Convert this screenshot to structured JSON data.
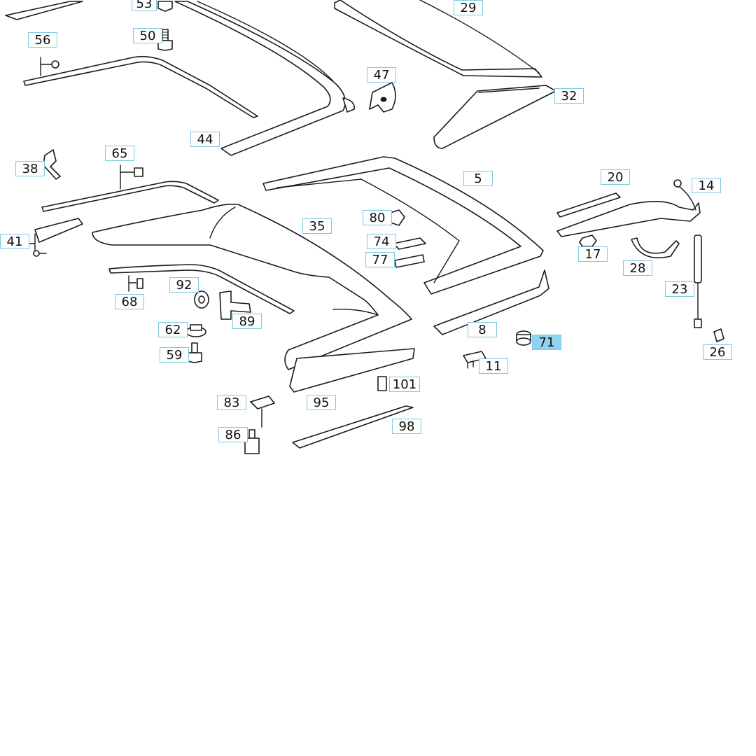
{
  "diagram": {
    "highlight_color": "#8fd4f3",
    "callout_border_color": "#7ec8e3",
    "callouts": [
      {
        "id": "53",
        "label": "53"
      },
      {
        "id": "29",
        "label": "29"
      },
      {
        "id": "56",
        "label": "56"
      },
      {
        "id": "50",
        "label": "50"
      },
      {
        "id": "47",
        "label": "47"
      },
      {
        "id": "32",
        "label": "32"
      },
      {
        "id": "44",
        "label": "44"
      },
      {
        "id": "38",
        "label": "38"
      },
      {
        "id": "65",
        "label": "65"
      },
      {
        "id": "5",
        "label": "5"
      },
      {
        "id": "20",
        "label": "20"
      },
      {
        "id": "14",
        "label": "14"
      },
      {
        "id": "80",
        "label": "80"
      },
      {
        "id": "35",
        "label": "35"
      },
      {
        "id": "41",
        "label": "41"
      },
      {
        "id": "74",
        "label": "74"
      },
      {
        "id": "17",
        "label": "17"
      },
      {
        "id": "77",
        "label": "77"
      },
      {
        "id": "28",
        "label": "28"
      },
      {
        "id": "92",
        "label": "92"
      },
      {
        "id": "68",
        "label": "68"
      },
      {
        "id": "23",
        "label": "23"
      },
      {
        "id": "89",
        "label": "89"
      },
      {
        "id": "62",
        "label": "62"
      },
      {
        "id": "8",
        "label": "8"
      },
      {
        "id": "71",
        "label": "71",
        "selected": true
      },
      {
        "id": "59",
        "label": "59"
      },
      {
        "id": "26",
        "label": "26"
      },
      {
        "id": "11",
        "label": "11"
      },
      {
        "id": "101",
        "label": "101"
      },
      {
        "id": "83",
        "label": "83"
      },
      {
        "id": "95",
        "label": "95"
      },
      {
        "id": "98",
        "label": "98"
      },
      {
        "id": "86",
        "label": "86"
      }
    ]
  }
}
